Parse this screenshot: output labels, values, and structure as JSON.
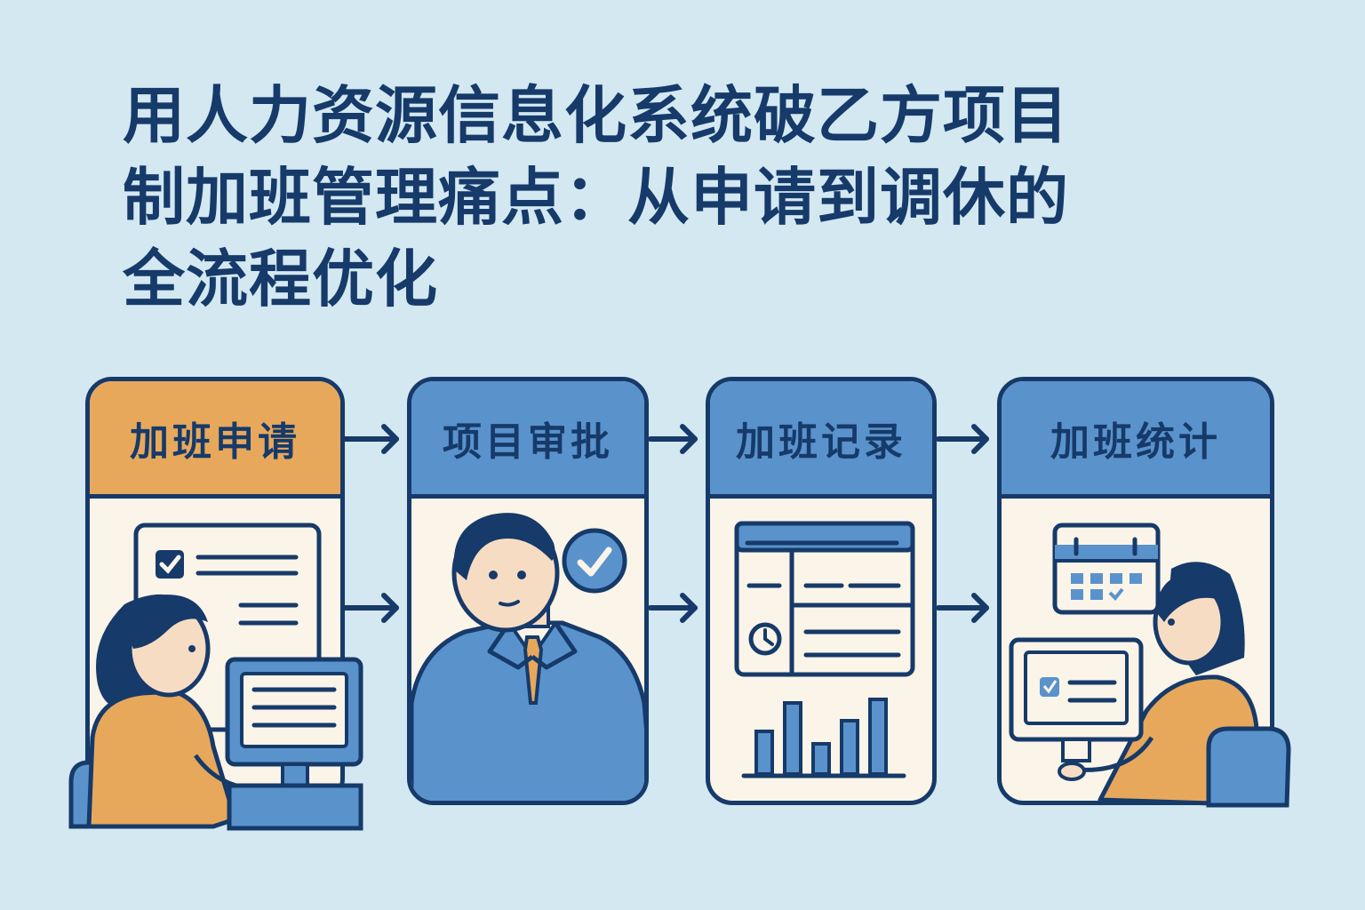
{
  "title": {
    "line1": "用人力资源信息化系统破乙方项目",
    "line2": "制加班管理痛点：从申请到调休的",
    "line3": "全流程优化"
  },
  "steps": [
    {
      "label": "加班申请"
    },
    {
      "label": "项目审批"
    },
    {
      "label": "加班记录"
    },
    {
      "label": "加班统计"
    }
  ],
  "colors": {
    "background": "#d3e8f1",
    "navy": "#163a69",
    "blue": "#5a92cc",
    "orange": "#e7a85c",
    "cream": "#fbf4e8",
    "skin": "#f7dcc4"
  }
}
